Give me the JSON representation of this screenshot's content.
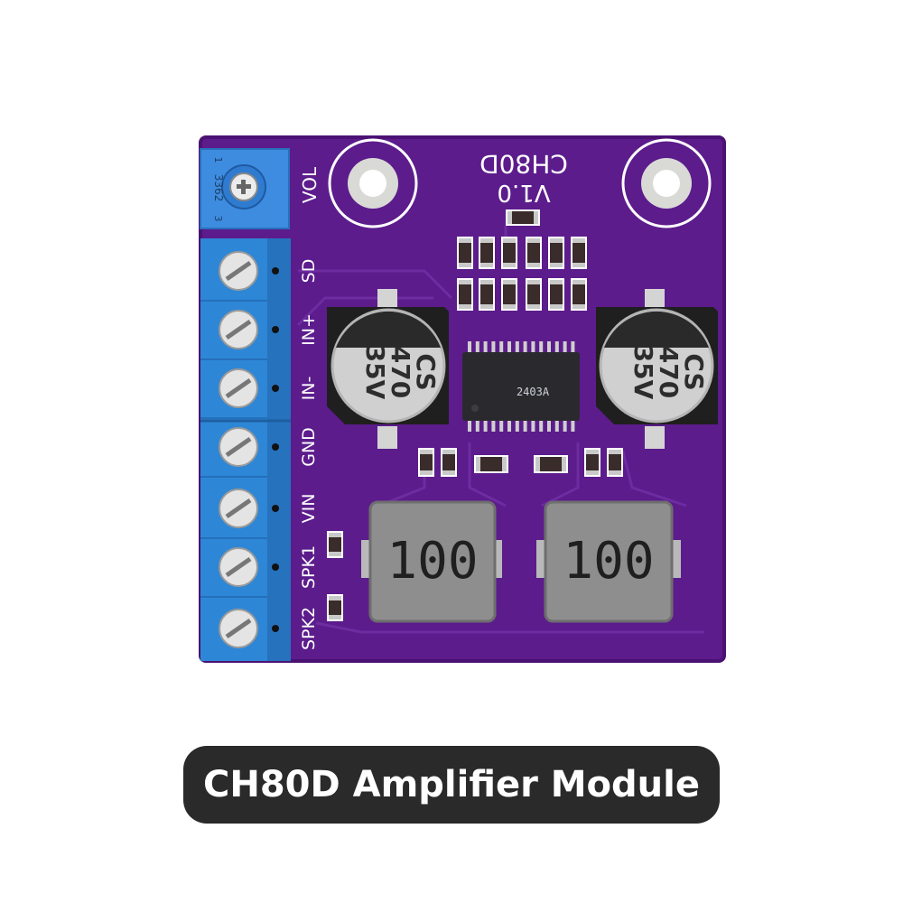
{
  "board": {
    "marking_name": "CH80D",
    "marking_version": "V1.0",
    "vol_label": "VOL",
    "terminal_labels": [
      "SD",
      "IN+",
      "IN-",
      "GND",
      "VIN",
      "SPK1",
      "SPK2"
    ],
    "chip_text": "2403A",
    "pot_text": "3362",
    "pot_pin_top": "1",
    "pot_pin_bottom": "3",
    "capacitors": [
      {
        "brand": "CS",
        "value": "470",
        "voltage": "35V"
      },
      {
        "brand": "CS",
        "value": "470",
        "voltage": "35V"
      }
    ],
    "inductors": [
      {
        "value": "100"
      },
      {
        "value": "100"
      }
    ],
    "colors": {
      "pcb": "#5c1c8c",
      "terminal": "#2e86d6",
      "caption_bg": "#2b2a2b"
    }
  },
  "caption": {
    "text": "CH80D Amplifier Module"
  }
}
